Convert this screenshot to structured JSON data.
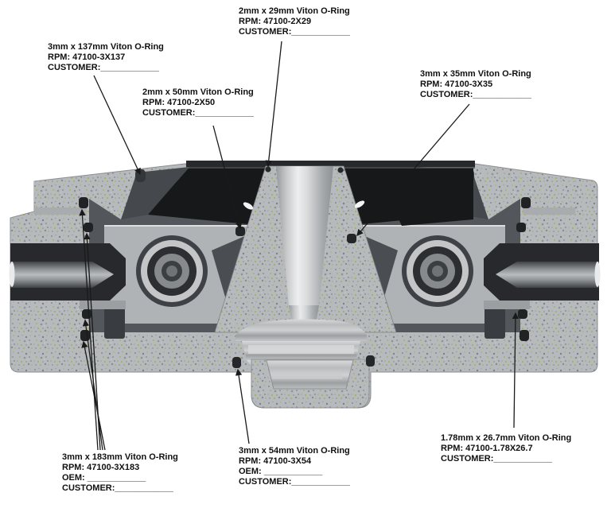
{
  "document": {
    "type": "o-ring-location-cross-section-diagram",
    "background": "#ffffff"
  },
  "labels": [
    {
      "id": "oring-2x29",
      "position": "top-center",
      "lines": [
        "2mm x 29mm Viton O-Ring",
        "RPM: 47100-2X29",
        "CUSTOMER:____________"
      ]
    },
    {
      "id": "oring-3x137",
      "position": "top-left",
      "lines": [
        "3mm x 137mm Viton O-Ring",
        "RPM: 47100-3X137",
        "CUSTOMER:____________"
      ]
    },
    {
      "id": "oring-2x50",
      "position": "upper-left",
      "lines": [
        "2mm x 50mm Viton O-Ring",
        "RPM: 47100-2X50",
        "CUSTOMER:____________"
      ]
    },
    {
      "id": "oring-3x35",
      "position": "top-right",
      "lines": [
        "3mm x 35mm Viton O-Ring",
        "RPM: 47100-3X35",
        "CUSTOMER:____________"
      ]
    },
    {
      "id": "oring-3x183",
      "position": "bottom-left",
      "lines": [
        "3mm x 183mm Viton O-Ring",
        "RPM: 47100-3X183",
        "OEM: ____________",
        "CUSTOMER:____________"
      ]
    },
    {
      "id": "oring-3x54",
      "position": "bottom-center",
      "lines": [
        "3mm x 54mm Viton O-Ring",
        "RPM: 47100-3X54",
        "OEM: ____________",
        "CUSTOMER:____________"
      ]
    },
    {
      "id": "oring-1.78x26.7",
      "position": "bottom-right",
      "lines": [
        "1.78mm x 26.7mm Viton O-Ring",
        "RPM: 47100-1.78X26.7",
        "CUSTOMER:____________"
      ]
    }
  ],
  "colors": {
    "housing_speckled_base": "#b7babc",
    "speckle_gray": "#84878a",
    "speckle_olive": "#a8a73f",
    "casting_dark_gray": "#53565a",
    "cavity_black": "#17181a",
    "chamber_light_gray": "#b0b3b6",
    "oring_groove_dark": "#202224",
    "arrow_black": "#1a1a1a",
    "label_text": "#101010"
  }
}
